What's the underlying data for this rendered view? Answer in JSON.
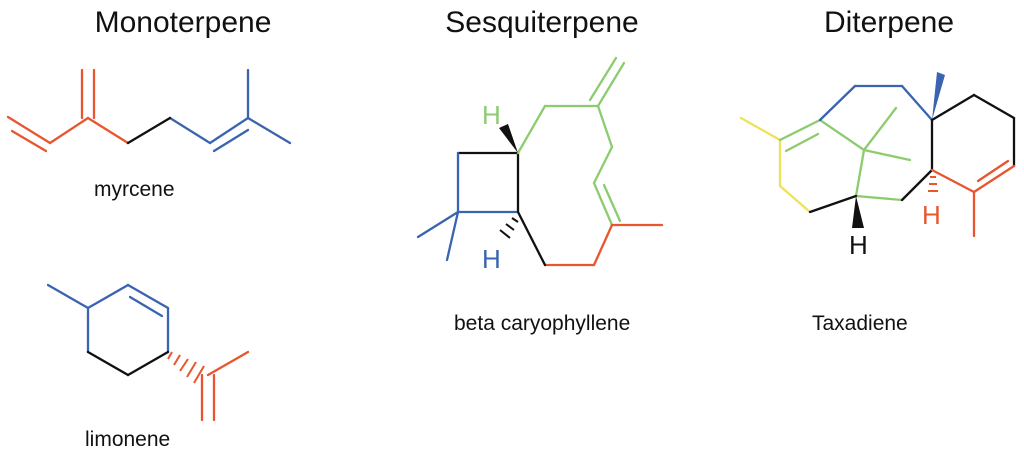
{
  "headings": {
    "monoterpene": "Monoterpene",
    "sesquiterpene": "Sesquiterpene",
    "diterpene": "Diterpene"
  },
  "molecules": {
    "myrcene": "myrcene",
    "limonene": "limonene",
    "caryophyllene": "beta caryophyllene",
    "taxadiene": "Taxadiene"
  },
  "atoms": {
    "hydrogen": "H"
  },
  "colors": {
    "red": "#e8552e",
    "blue": "#3a63b0",
    "black": "#111111",
    "green": "#8ccc6e",
    "yellow": "#eee25a"
  }
}
